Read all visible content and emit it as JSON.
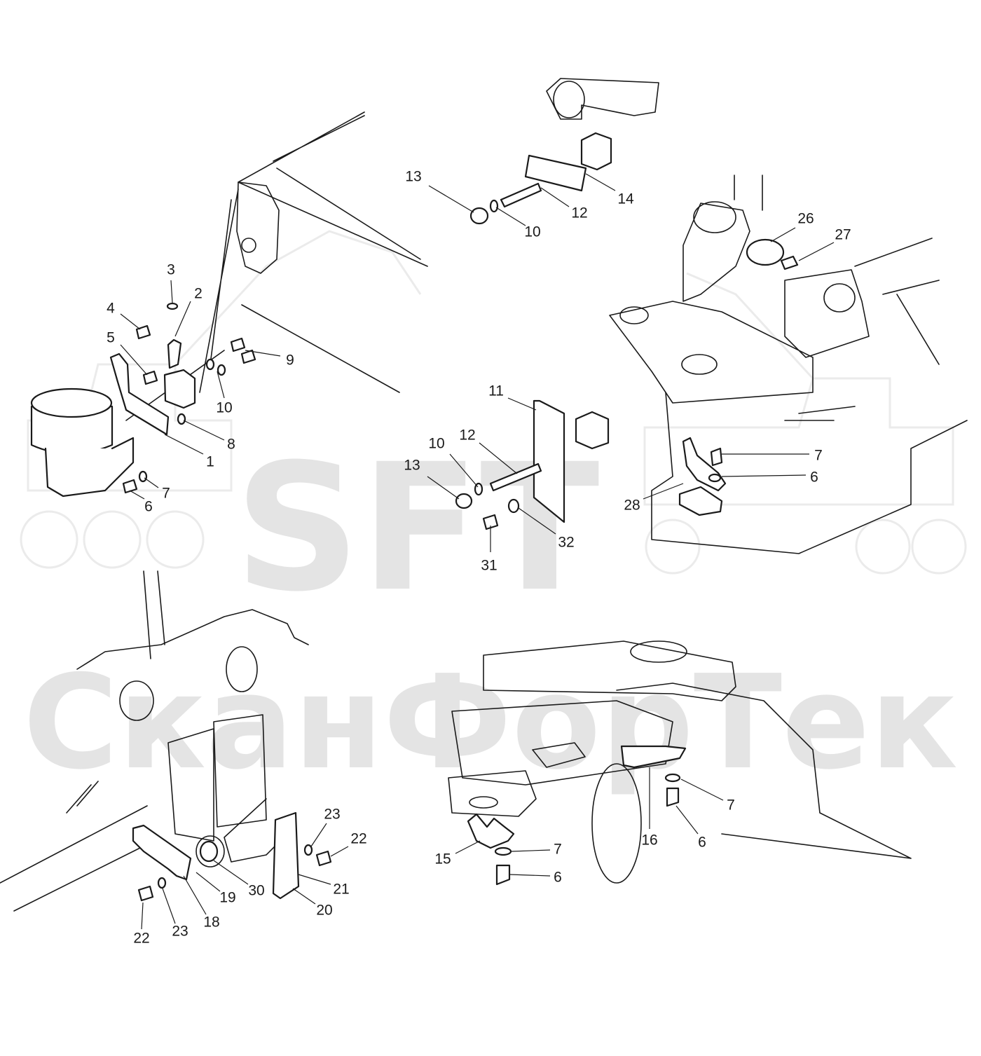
{
  "watermark": {
    "brand": "SFT",
    "name": "СканФорТек"
  },
  "callouts": [
    {
      "id": "c1",
      "text": "1"
    },
    {
      "id": "c2",
      "text": "2"
    },
    {
      "id": "c3",
      "text": "3"
    },
    {
      "id": "c4",
      "text": "4"
    },
    {
      "id": "c5",
      "text": "5"
    },
    {
      "id": "c6a",
      "text": "6"
    },
    {
      "id": "c7a",
      "text": "7"
    },
    {
      "id": "c8",
      "text": "8"
    },
    {
      "id": "c9",
      "text": "9"
    },
    {
      "id": "c10a",
      "text": "10"
    },
    {
      "id": "c13a",
      "text": "13"
    },
    {
      "id": "c10b",
      "text": "10"
    },
    {
      "id": "c12a",
      "text": "12"
    },
    {
      "id": "c14",
      "text": "14"
    },
    {
      "id": "c11",
      "text": "11"
    },
    {
      "id": "c12b",
      "text": "12"
    },
    {
      "id": "c10c",
      "text": "10"
    },
    {
      "id": "c13b",
      "text": "13"
    },
    {
      "id": "c31",
      "text": "31"
    },
    {
      "id": "c32",
      "text": "32"
    },
    {
      "id": "c26",
      "text": "26"
    },
    {
      "id": "c27",
      "text": "27"
    },
    {
      "id": "c7b",
      "text": "7"
    },
    {
      "id": "c6b",
      "text": "6"
    },
    {
      "id": "c28",
      "text": "28"
    },
    {
      "id": "c23a",
      "text": "23"
    },
    {
      "id": "c22a",
      "text": "22"
    },
    {
      "id": "c21",
      "text": "21"
    },
    {
      "id": "c20",
      "text": "20"
    },
    {
      "id": "c30",
      "text": "30"
    },
    {
      "id": "c19",
      "text": "19"
    },
    {
      "id": "c18",
      "text": "18"
    },
    {
      "id": "c23b",
      "text": "23"
    },
    {
      "id": "c22b",
      "text": "22"
    },
    {
      "id": "c15",
      "text": "15"
    },
    {
      "id": "c7c",
      "text": "7"
    },
    {
      "id": "c6c",
      "text": "6"
    },
    {
      "id": "c16",
      "text": "16"
    },
    {
      "id": "c7d",
      "text": "7"
    },
    {
      "id": "c6d",
      "text": "6"
    }
  ]
}
